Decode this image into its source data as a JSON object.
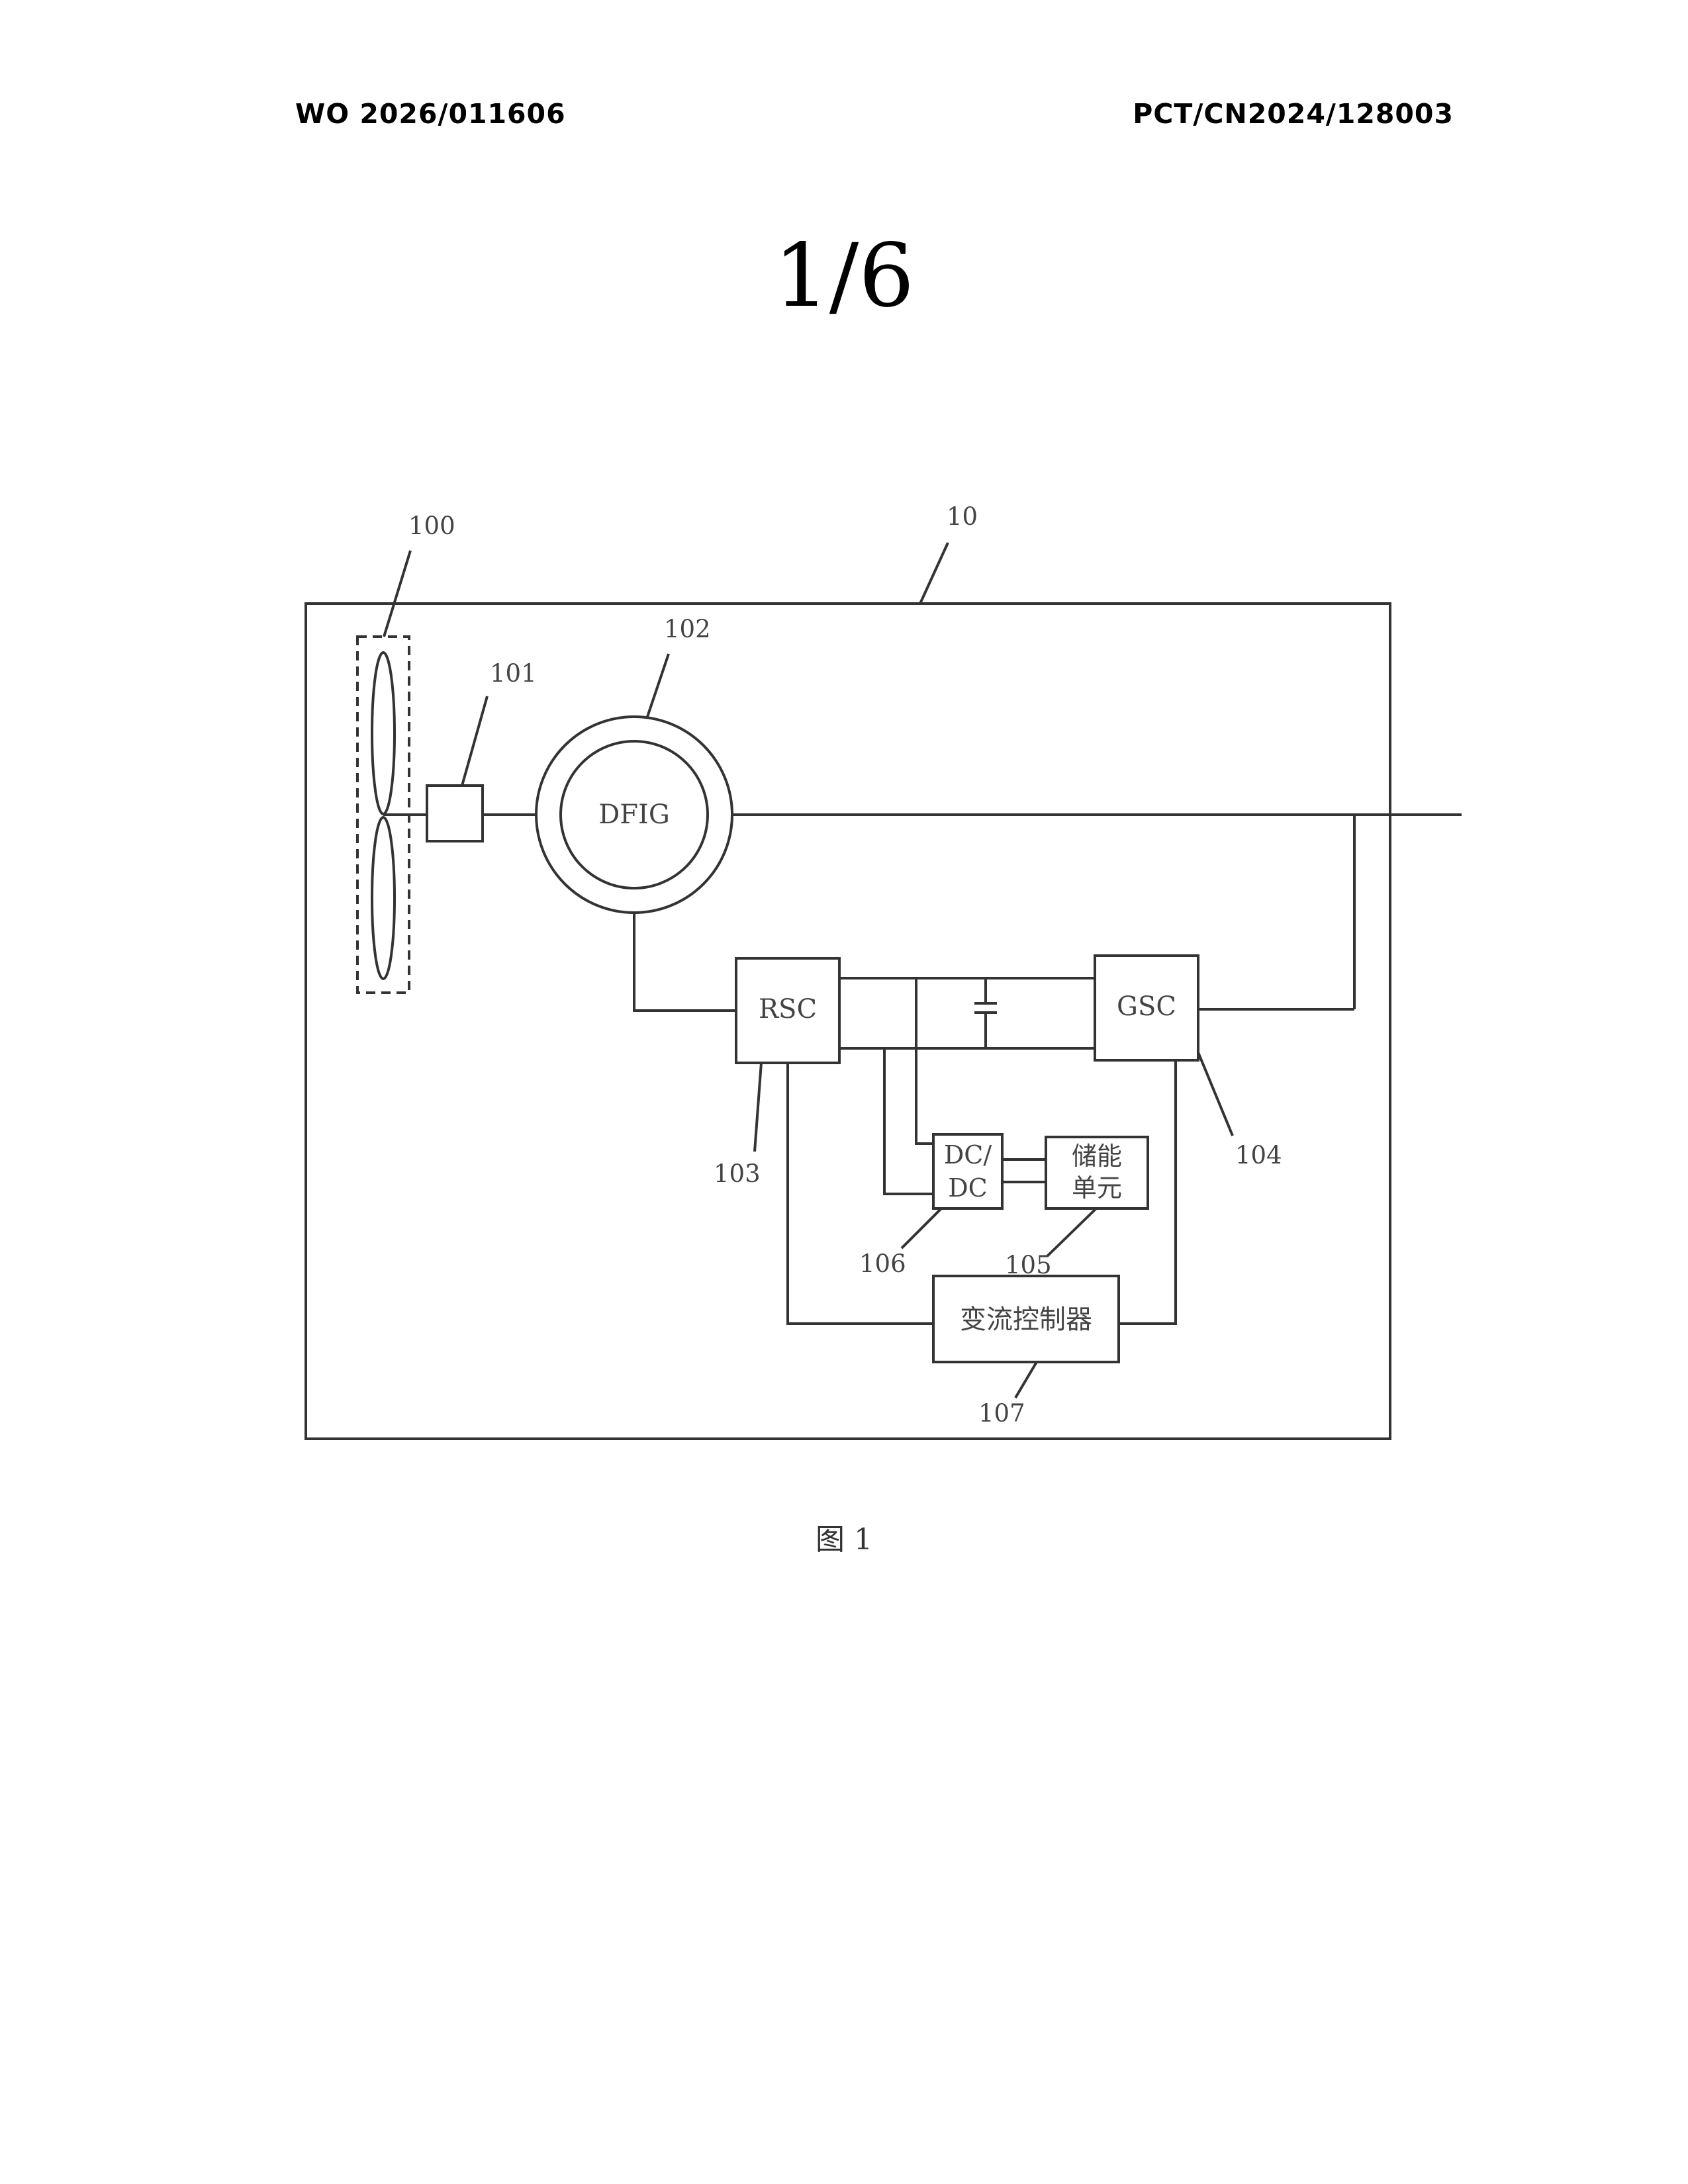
{
  "header": {
    "publication_number": "WO 2026/011606",
    "application_number": "PCT/CN2024/128003"
  },
  "sheet_number": "1/6",
  "figure": {
    "caption": "图 1",
    "blocks": {
      "generator": "DFIG",
      "rotor_converter": "RSC",
      "grid_converter": "GSC",
      "dcdc_line1": "DC/",
      "dcdc_line2": "DC",
      "storage_line1": "储能",
      "storage_line2": "单元",
      "controller": "变流控制器"
    },
    "reference_numerals": {
      "system": "10",
      "blades": "100",
      "gearbox": "101",
      "generator": "102",
      "rsc": "103",
      "gsc": "104",
      "storage": "105",
      "dcdc": "106",
      "controller": "107"
    }
  }
}
